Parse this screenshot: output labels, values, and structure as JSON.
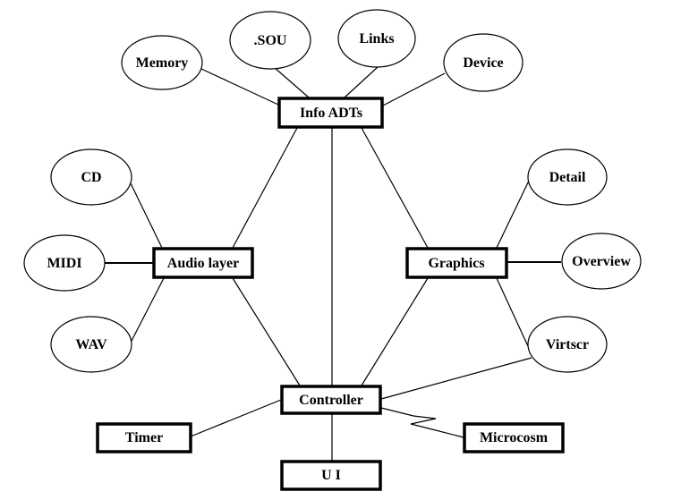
{
  "diagram": {
    "type": "architecture-graph",
    "colors": {
      "line": "#000000",
      "background": "#ffffff",
      "text": "#000000"
    },
    "nodes": {
      "memory": {
        "label": "Memory",
        "shape": "ellipse"
      },
      "sou": {
        "label": ".SOU",
        "shape": "ellipse"
      },
      "links": {
        "label": "Links",
        "shape": "ellipse"
      },
      "device": {
        "label": "Device",
        "shape": "ellipse"
      },
      "info_adts": {
        "label": "Info ADTs",
        "shape": "box"
      },
      "cd": {
        "label": "CD",
        "shape": "ellipse"
      },
      "midi": {
        "label": "MIDI",
        "shape": "ellipse"
      },
      "wav": {
        "label": "WAV",
        "shape": "ellipse"
      },
      "audio_layer": {
        "label": "Audio layer",
        "shape": "box"
      },
      "graphics": {
        "label": "Graphics",
        "shape": "box"
      },
      "detail": {
        "label": "Detail",
        "shape": "ellipse"
      },
      "overview": {
        "label": "Overview",
        "shape": "ellipse"
      },
      "virtscr": {
        "label": "Virtscr",
        "shape": "ellipse"
      },
      "controller": {
        "label": "Controller",
        "shape": "box"
      },
      "timer": {
        "label": "Timer",
        "shape": "box"
      },
      "microcosm": {
        "label": "Microcosm",
        "shape": "box"
      },
      "ui": {
        "label": "U I",
        "shape": "box"
      }
    },
    "edges": [
      {
        "from": "memory",
        "to": "info_adts",
        "style": "plain"
      },
      {
        "from": "sou",
        "to": "info_adts",
        "style": "plain"
      },
      {
        "from": "links",
        "to": "info_adts",
        "style": "plain"
      },
      {
        "from": "device",
        "to": "info_adts",
        "style": "plain"
      },
      {
        "from": "info_adts",
        "to": "audio_layer",
        "style": "plain"
      },
      {
        "from": "info_adts",
        "to": "controller",
        "style": "plain"
      },
      {
        "from": "info_adts",
        "to": "graphics",
        "style": "plain"
      },
      {
        "from": "cd",
        "to": "audio_layer",
        "style": "plain"
      },
      {
        "from": "midi",
        "to": "audio_layer",
        "style": "plain"
      },
      {
        "from": "wav",
        "to": "audio_layer",
        "style": "plain"
      },
      {
        "from": "detail",
        "to": "graphics",
        "style": "plain"
      },
      {
        "from": "overview",
        "to": "graphics",
        "style": "plain"
      },
      {
        "from": "virtscr",
        "to": "graphics",
        "style": "plain"
      },
      {
        "from": "audio_layer",
        "to": "controller",
        "style": "plain"
      },
      {
        "from": "graphics",
        "to": "controller",
        "style": "plain"
      },
      {
        "from": "virtscr",
        "to": "controller",
        "style": "plain"
      },
      {
        "from": "timer",
        "to": "controller",
        "style": "plain"
      },
      {
        "from": "controller",
        "to": "microcosm",
        "style": "zigzag"
      },
      {
        "from": "controller",
        "to": "ui",
        "style": "plain"
      }
    ]
  }
}
